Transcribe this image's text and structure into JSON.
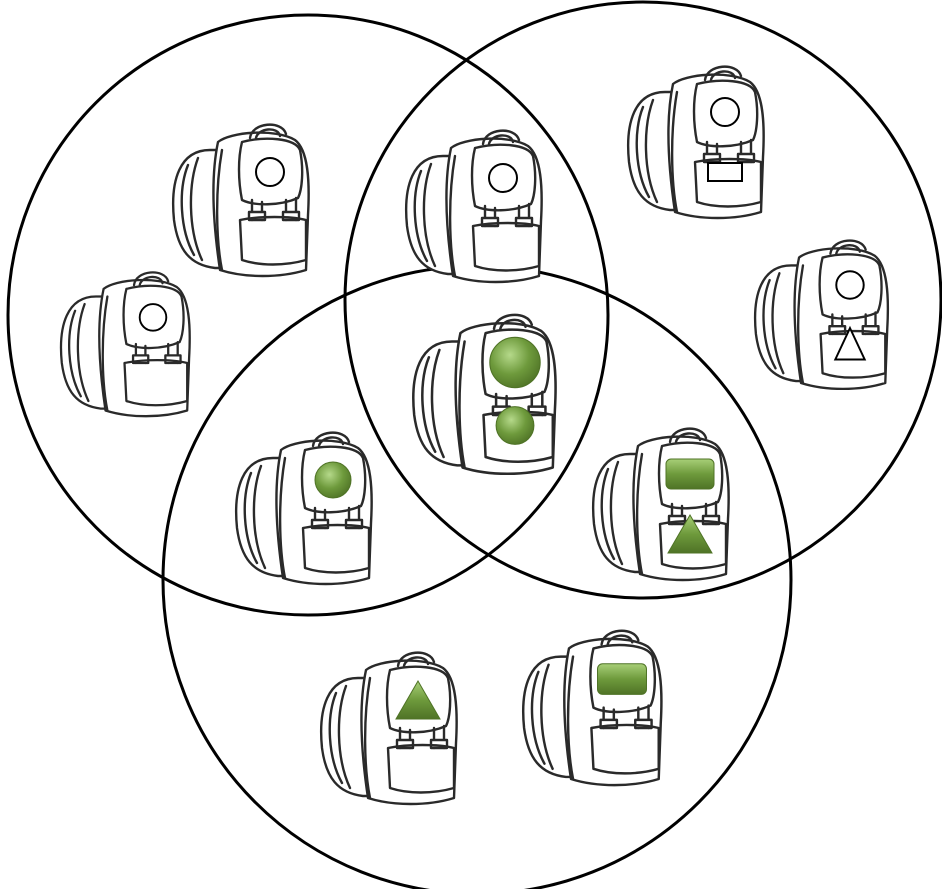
{
  "colors": {
    "background": "#ffffff",
    "circle_stroke": "#000000",
    "bag_stroke": "#2a2a2a",
    "bag_fill": "#ffffff",
    "green_fill": "#6e9a3c",
    "green_dark": "#4f7326",
    "green_light": "#9cc46a",
    "outline_mark": "#000000"
  },
  "circles": [
    {
      "id": "left-set",
      "name": "set-circle-left"
    },
    {
      "id": "right-set",
      "name": "set-circle-right"
    },
    {
      "id": "bottom-set",
      "name": "set-circle-bottom"
    }
  ],
  "backpacks": [
    {
      "name": "backpack-left-top",
      "region": "left-only",
      "marks": [
        {
          "shape": "circle",
          "style": "outline"
        }
      ]
    },
    {
      "name": "backpack-left-side",
      "region": "left-only",
      "marks": [
        {
          "shape": "circle",
          "style": "outline"
        }
      ]
    },
    {
      "name": "backpack-left-right-overlap",
      "region": "left-right",
      "marks": [
        {
          "shape": "circle",
          "style": "outline"
        }
      ]
    },
    {
      "name": "backpack-right-top",
      "region": "right-only",
      "marks": [
        {
          "shape": "circle",
          "style": "outline"
        },
        {
          "shape": "rectangle",
          "style": "outline"
        }
      ]
    },
    {
      "name": "backpack-right-side",
      "region": "right-only",
      "marks": [
        {
          "shape": "circle",
          "style": "outline"
        },
        {
          "shape": "triangle",
          "style": "outline"
        }
      ]
    },
    {
      "name": "backpack-center-all",
      "region": "all-three",
      "marks": [
        {
          "shape": "circle",
          "style": "green"
        },
        {
          "shape": "circle",
          "style": "green"
        }
      ]
    },
    {
      "name": "backpack-left-bottom-overlap",
      "region": "left-bottom",
      "marks": [
        {
          "shape": "circle",
          "style": "green"
        }
      ]
    },
    {
      "name": "backpack-right-bottom-overlap",
      "region": "right-bottom",
      "marks": [
        {
          "shape": "rectangle",
          "style": "green"
        },
        {
          "shape": "triangle",
          "style": "green"
        }
      ]
    },
    {
      "name": "backpack-bottom-left",
      "region": "bottom-only",
      "marks": [
        {
          "shape": "triangle",
          "style": "green"
        }
      ]
    },
    {
      "name": "backpack-bottom-right",
      "region": "bottom-only",
      "marks": [
        {
          "shape": "rectangle",
          "style": "green"
        }
      ]
    }
  ]
}
